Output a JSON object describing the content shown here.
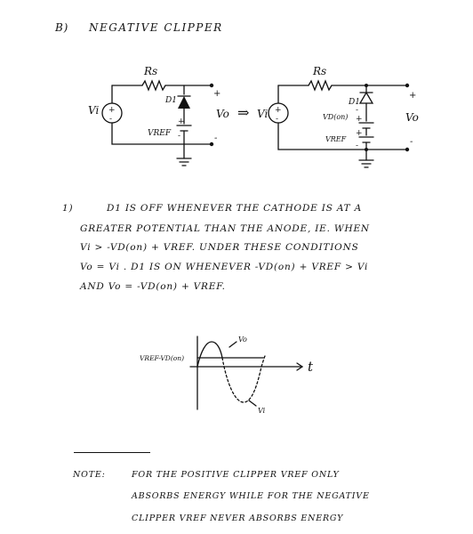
{
  "heading": {
    "number": "B)",
    "title": "NEGATIVE CLIPPER"
  },
  "circuit_left": {
    "resistor": "Rs",
    "source": "Vi",
    "diode": "D1",
    "reference": "VREF",
    "output": "Vo",
    "plus": "+",
    "minus": "-"
  },
  "equivalent_arrow": "⇒",
  "circuit_right": {
    "resistor": "Rs",
    "source": "Vi",
    "diode": "D1",
    "diode_drop": "VD(on)",
    "reference": "VREF",
    "output": "Vo",
    "plus": "+",
    "minus": "-"
  },
  "explanation": {
    "number": "1)",
    "lines": [
      "D1 IS OFF WHENEVER THE CATHODE IS AT A",
      "GREATER POTENTIAL THAN THE ANODE, IE. WHEN",
      "Vi > -VD(on) + VREF. UNDER THESE CONDITIONS",
      "Vo = Vi . D1 IS ON WHENEVER -VD(on) + VREF > Vi",
      "AND Vo = -VD(on) + VREF."
    ]
  },
  "graph": {
    "level_label": "VREF-VD(on)",
    "output_label": "Vo",
    "input_label": "Vi",
    "time_axis": "t"
  },
  "note": {
    "label": "NOTE:",
    "lines": [
      "FOR THE POSITIVE CLIPPER VREF ONLY",
      "ABSORBS ENERGY WHILE FOR THE NEGATIVE",
      "CLIPPER VREF NEVER ABSORBS ENERGY"
    ]
  }
}
